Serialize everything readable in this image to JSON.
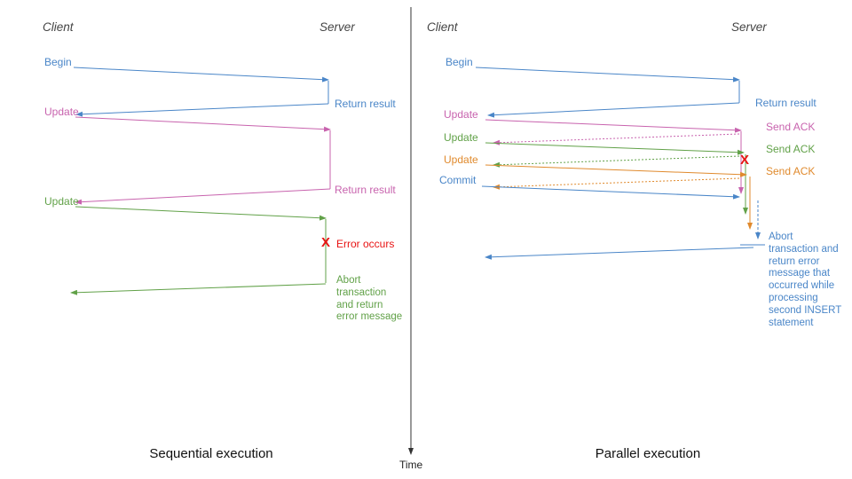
{
  "colors": {
    "blue": "#4a86c8",
    "pink": "#c863ae",
    "green": "#61a148",
    "orange": "#e08a2d",
    "red": "#e81313",
    "header_gray": "#444444"
  },
  "time_axis": {
    "label": "Time"
  },
  "left": {
    "client_header": "Client",
    "server_header": "Server",
    "caption": "Sequential execution",
    "messages": {
      "begin": "Begin",
      "return_result_1": "Return result",
      "update_1": "Update",
      "return_result_2": "Return result",
      "update_2": "Update",
      "error_mark": "X",
      "error_label": "Error occurs",
      "abort": "Abort transaction and return error message"
    }
  },
  "right": {
    "client_header": "Client",
    "server_header": "Server",
    "caption": "Parallel execution",
    "messages": {
      "begin": "Begin",
      "return_result": "Return result",
      "update_1": "Update",
      "ack_1": "Send ACK",
      "update_2": "Update",
      "ack_2": "Send ACK",
      "update_3": "Update",
      "ack_3": "Send ACK",
      "commit": "Commit",
      "error_mark": "X",
      "abort": "Abort transaction and return error message that occurred while processing second INSERT statement"
    }
  }
}
